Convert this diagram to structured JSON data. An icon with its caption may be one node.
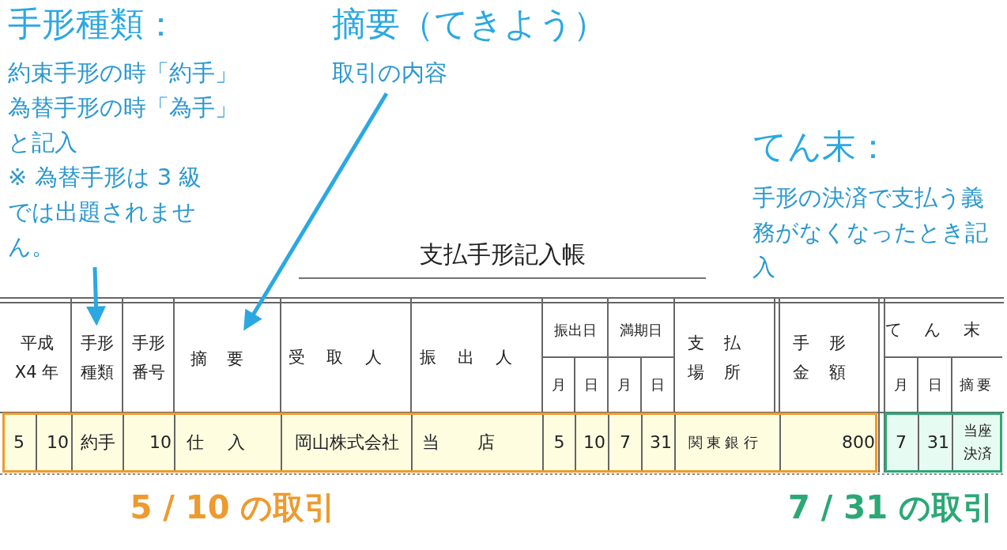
{
  "diagram": {
    "title": "支払手形記入帳",
    "nodes": [
      {
        "text": [
          "手形種類：",
          "約束手形の時「約手」為替手形の時「為手」と記入",
          "※ 為替手形は 3 級では出題されません。"
        ]
      },
      {
        "text": [
          "摘要（てきよう）",
          "取引の内容"
        ]
      },
      {
        "text": [
          "手形種類"
        ]
      },
      {
        "text": [
          "摘要"
        ]
      },
      {
        "text": [
          "5",
          "10",
          "約手",
          "10",
          "仕入",
          "岡山株式会社",
          "当店",
          "5",
          "10",
          "7",
          "31",
          "関東銀行",
          "800"
        ],
        "beside": [
          "5 / 10 の取引"
        ]
      },
      {
        "text": [
          "7",
          "31",
          "当座決済"
        ],
        "beside": [
          "7 / 31 の取引"
        ]
      }
    ],
    "edges": [
      {
        "from": 0,
        "to": 2,
        "arrow": "to"
      },
      {
        "from": 1,
        "to": 3,
        "arrow": "to"
      }
    ],
    "labels": [
      "てん末：",
      "手形の決済で支払う義務がなくなったとき記入",
      "平成X4 年",
      "手形番号",
      "受取人",
      "振出人",
      "振出日",
      "満期日",
      "支払場所",
      "手形金額",
      "てん末",
      "月",
      "日",
      "月",
      "日",
      "月",
      "日",
      "摘要"
    ]
  }
}
